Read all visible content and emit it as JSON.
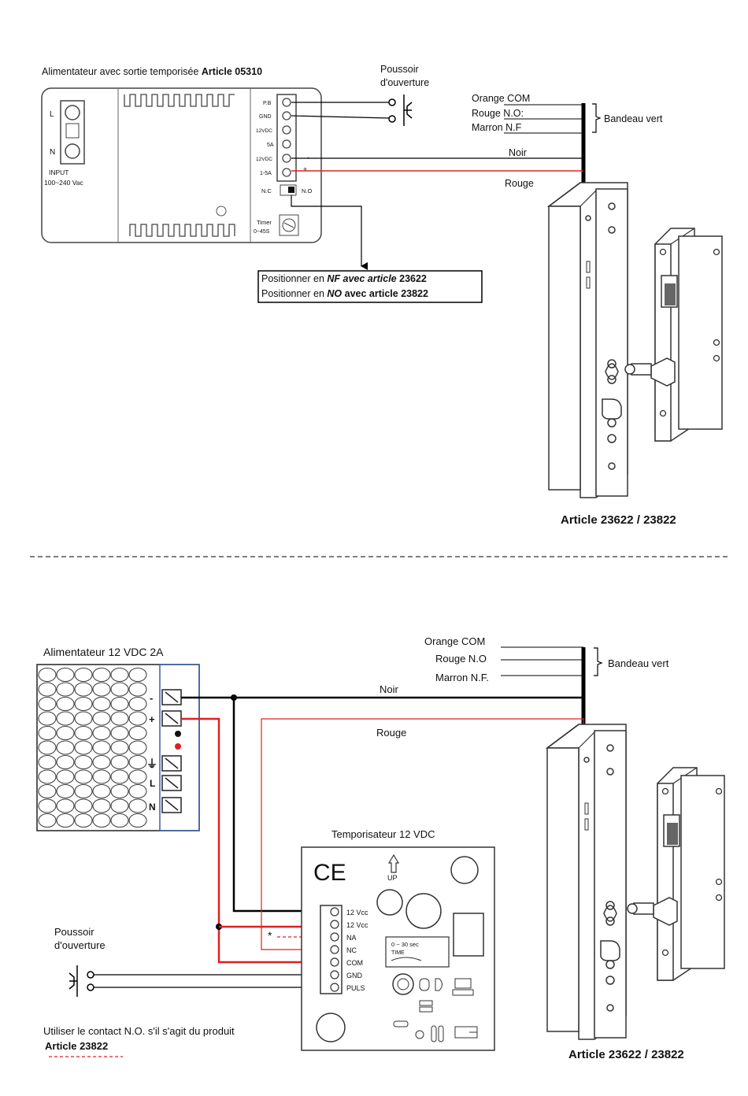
{
  "top": {
    "psu_title_prefix": "Alimentateur avec sortie temporisée",
    "psu_title_article": "Article 05310",
    "input_L": "L",
    "input_N": "N",
    "input_label_1": "INPUT",
    "input_label_2": "100~240 Vac",
    "terminals": [
      "P.B",
      "GND",
      "12VDC",
      "5A",
      "12VDC",
      "1-5A"
    ],
    "nc_label": "N.C",
    "no_label": "N.O",
    "timer_label_1": "Timer",
    "timer_label_2": "0~45S",
    "pushbutton_label_1": "Poussoir",
    "pushbutton_label_2": "d'ouverture",
    "wires": [
      "Orange COM",
      "Rouge N.O:",
      "Marron N.F"
    ],
    "bandeau": "Bandeau vert",
    "noir": "Noir",
    "rouge": "Rouge",
    "note_line1_a": "Positionner en ",
    "note_line1_b": "NF avec article",
    "note_line1_c": " 23622",
    "note_line2_a": "Positionner en ",
    "note_line2_b": "NO",
    "note_line2_c": " avec article 23822",
    "article": "Article 23622 / 23822"
  },
  "bottom": {
    "psu_title": "Alimentateur 12 VDC 2A",
    "psu_terminals": [
      "-",
      "+",
      "⏚",
      "L",
      "N"
    ],
    "wires": [
      "Orange COM",
      "Rouge N.O",
      "Marron N.F."
    ],
    "bandeau": "Bandeau vert",
    "noir": "Noir",
    "rouge": "Rouge",
    "timer_title": "Temporisateur 12 VDC",
    "ce": "CE",
    "up": "UP",
    "timer_terminals": [
      "12 Vcc",
      "12 Vcc",
      "NA",
      "NC",
      "COM",
      "GND",
      "PULS"
    ],
    "time_box_1": "0 ~ 30 sec",
    "time_box_2": "TIME",
    "pushbutton_label_1": "Poussoir",
    "pushbutton_label_2": "d'ouverture",
    "note_1": "Utiliser le contact N.O. s'il s'agit du produit",
    "note_2": "Article 23822",
    "asterisk": "*",
    "article": "Article 23622 / 23822"
  },
  "colors": {
    "red_wire": "#e02020",
    "black_wire": "#000000",
    "psu_frame": "#3a5fa8"
  }
}
